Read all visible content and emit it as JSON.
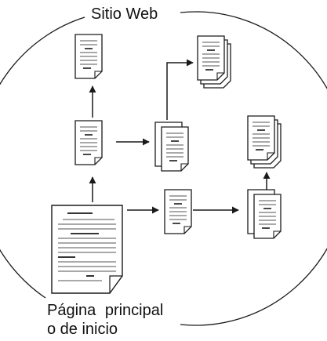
{
  "diagram": {
    "site_title": "Sitio Web",
    "home_label_line1": "Página principal",
    "home_label_line2": "o de inicio",
    "colors": {
      "stroke": "#1a1a1a",
      "background": "#ffffff",
      "text": "#111111"
    },
    "icons": [
      "document-icon",
      "document-stack-icon",
      "arrow-icon"
    ]
  }
}
